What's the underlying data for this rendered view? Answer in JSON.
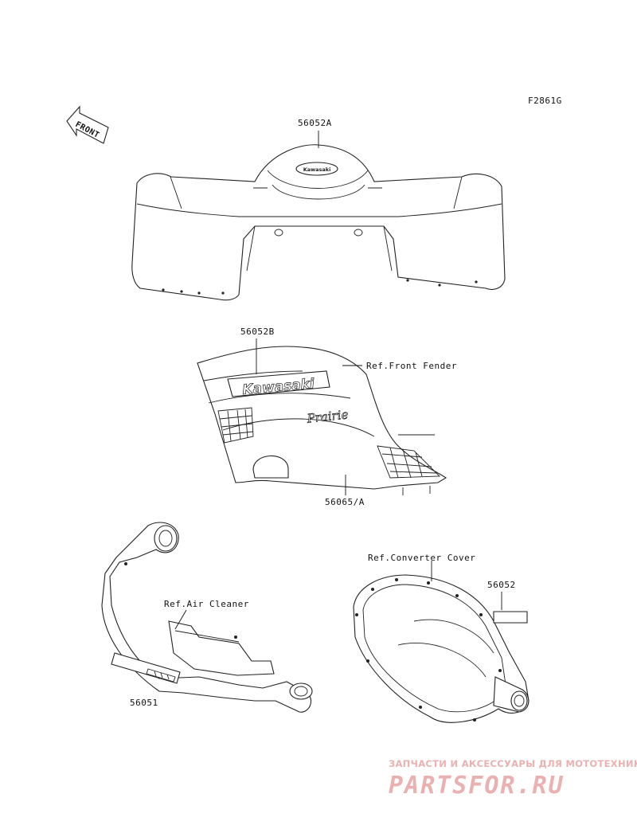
{
  "figure_code": "F2861G",
  "front_arrow": {
    "label": "FRONT",
    "icon": "front-direction-arrow-icon"
  },
  "parts": [
    {
      "id": "rear-fender-decal",
      "label": "56052A"
    },
    {
      "id": "front-fender-decal-top",
      "label": "56052B"
    },
    {
      "id": "front-fender-decal-side",
      "label": "56065/A"
    },
    {
      "id": "converter-cover-decal",
      "label": "56052"
    },
    {
      "id": "air-cleaner-decal",
      "label": "56051"
    }
  ],
  "references": [
    {
      "id": "ref-front-fender",
      "label": "Ref.Front Fender"
    },
    {
      "id": "ref-converter-cover",
      "label": "Ref.Converter Cover"
    },
    {
      "id": "ref-air-cleaner",
      "label": "Ref.Air Cleaner"
    }
  ],
  "decal_texts": {
    "rear_emblem": "Kawasaki",
    "front_logo": "Kawasaki",
    "front_model": "Prairie"
  },
  "watermark": {
    "tagline": "ЗАПЧАСТИ И АКСЕССУАРЫ ДЛЯ МОТОТЕХНИКИ",
    "brand": "PARTSFOR.RU",
    "color": "#e8a4a4"
  }
}
